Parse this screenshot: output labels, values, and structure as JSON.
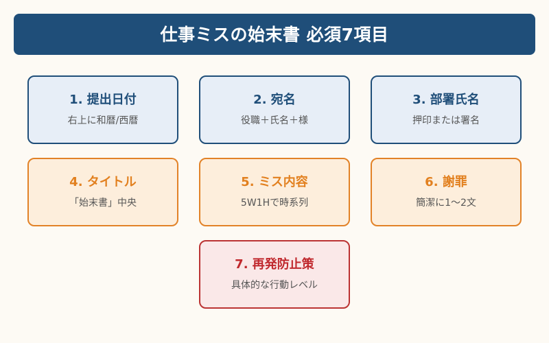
{
  "header": {
    "title": "仕事ミスの始末書 必須7項目",
    "background_color": "#1f4e79",
    "text_color": "#ffffff"
  },
  "page": {
    "background_color": "#fdfaf4"
  },
  "themes": {
    "blue": {
      "fill": "#e7eef7",
      "border": "#1f4e79",
      "title": "#1f4e79"
    },
    "orange": {
      "fill": "#fdeedc",
      "border": "#e28227",
      "title": "#e2801f"
    },
    "red": {
      "fill": "#fae8e8",
      "border": "#bb3333",
      "title": "#c0282d"
    }
  },
  "rows": [
    {
      "cards": [
        {
          "title": "1. 提出日付",
          "desc": "右上に和暦/西暦",
          "theme": "blue"
        },
        {
          "title": "2. 宛名",
          "desc": "役職＋氏名＋様",
          "theme": "blue"
        },
        {
          "title": "3. 部署氏名",
          "desc": "押印または署名",
          "theme": "blue"
        }
      ]
    },
    {
      "cards": [
        {
          "title": "4. タイトル",
          "desc": "「始末書」中央",
          "theme": "orange"
        },
        {
          "title": "5. ミス内容",
          "desc": "5W1Hで時系列",
          "theme": "orange"
        },
        {
          "title": "6. 謝罪",
          "desc": "簡潔に1〜2文",
          "theme": "orange"
        }
      ]
    },
    {
      "cards": [
        {
          "title": "7. 再発防止策",
          "desc": "具体的な行動レベル",
          "theme": "red"
        }
      ]
    }
  ]
}
